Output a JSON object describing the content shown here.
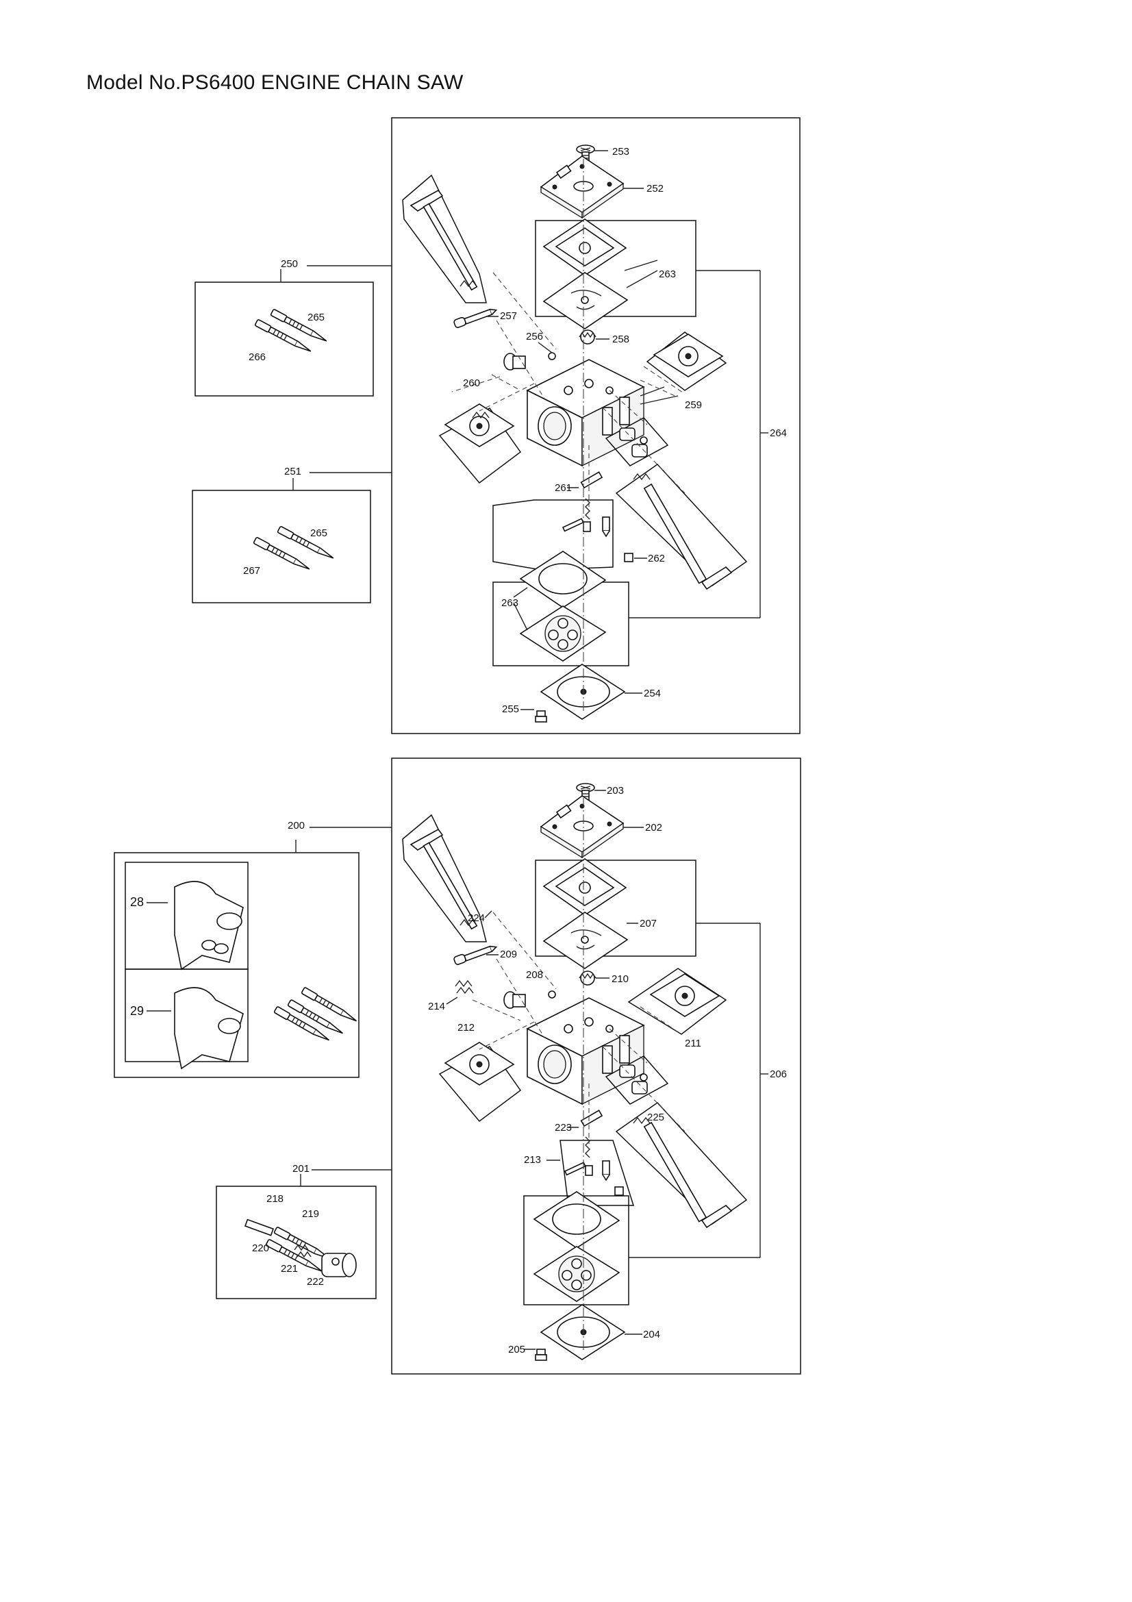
{
  "title": "Model No.PS6400 ENGINE CHAIN SAW",
  "top_diagram": {
    "labels": {
      "l250": "250",
      "l251": "251",
      "l252": "252",
      "l253": "253",
      "l254": "254",
      "l255": "255",
      "l256": "256",
      "l257": "257",
      "l258": "258",
      "l259": "259",
      "l260": "260",
      "l261": "261",
      "l262": "262",
      "l263a": "263",
      "l263b": "263",
      "l264": "264",
      "l265a": "265",
      "l265b": "265",
      "l266": "266",
      "l267": "267"
    }
  },
  "bottom_diagram": {
    "labels": {
      "l200": "200",
      "l201": "201",
      "l202": "202",
      "l203": "203",
      "l204": "204",
      "l205": "205",
      "l206": "206",
      "l207": "207",
      "l208": "208",
      "l209": "209",
      "l210": "210",
      "l211": "211",
      "l212": "212",
      "l213": "213",
      "l214": "214",
      "l218": "218",
      "l219": "219",
      "l220": "220",
      "l221": "221",
      "l222": "222",
      "l223": "223",
      "l224": "224",
      "l225": "225",
      "l28": "28",
      "l29": "29"
    }
  }
}
